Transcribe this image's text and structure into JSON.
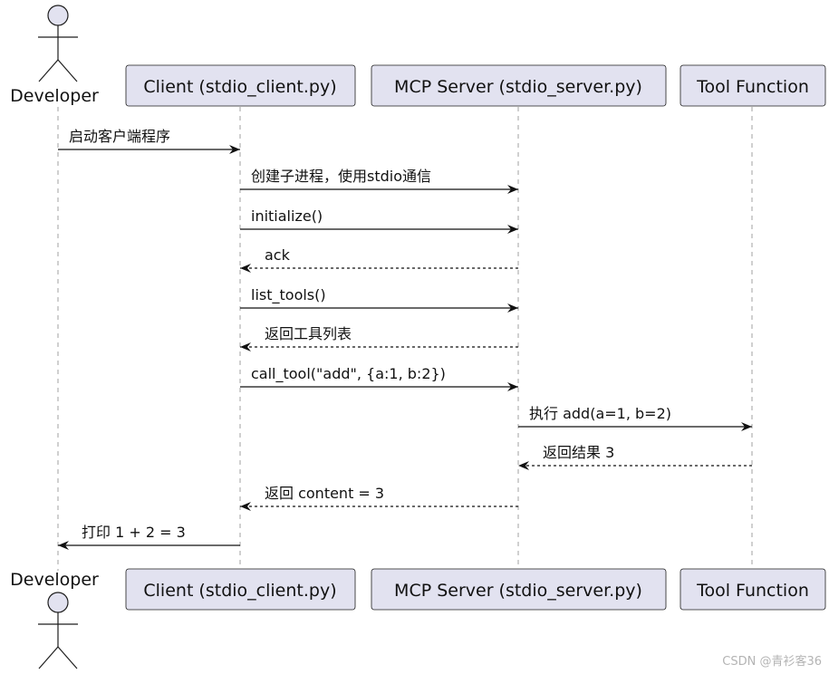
{
  "participants": {
    "developer": "Developer",
    "client": "Client (stdio_client.py)",
    "server": "MCP Server (stdio_server.py)",
    "tool": "Tool Function"
  },
  "messages": [
    {
      "from": "developer",
      "to": "client",
      "label": "启动客户端程序",
      "dashed": false
    },
    {
      "from": "client",
      "to": "server",
      "label": "创建子进程，使用stdio通信",
      "dashed": false
    },
    {
      "from": "client",
      "to": "server",
      "label": "initialize()",
      "dashed": false
    },
    {
      "from": "server",
      "to": "client",
      "label": "ack",
      "dashed": true
    },
    {
      "from": "client",
      "to": "server",
      "label": "list_tools()",
      "dashed": false
    },
    {
      "from": "server",
      "to": "client",
      "label": "返回工具列表",
      "dashed": true
    },
    {
      "from": "client",
      "to": "server",
      "label": "call_tool(\"add\", {a:1, b:2})",
      "dashed": false
    },
    {
      "from": "server",
      "to": "tool",
      "label": "执行 add(a=1, b=2)",
      "dashed": false
    },
    {
      "from": "tool",
      "to": "server",
      "label": "返回结果 3",
      "dashed": true
    },
    {
      "from": "server",
      "to": "client",
      "label": "返回 content = 3",
      "dashed": true
    },
    {
      "from": "client",
      "to": "developer",
      "label": "打印 1 + 2 = 3",
      "dashed": false
    }
  ],
  "watermark": "CSDN @青衫客36"
}
